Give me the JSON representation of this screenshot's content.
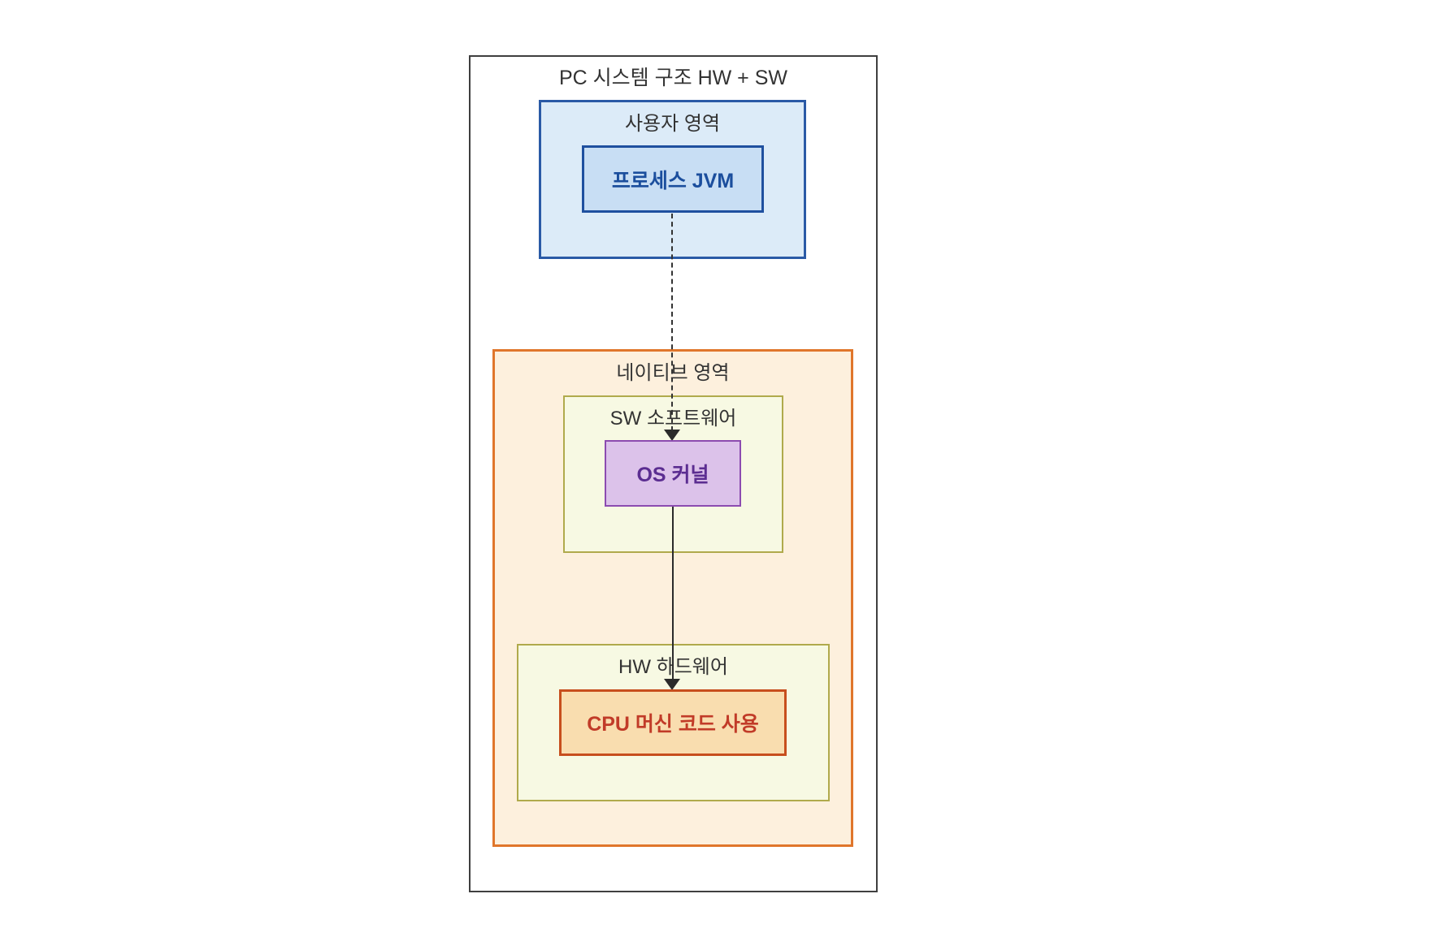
{
  "diagram": {
    "title": "PC 시스템 구조 HW + SW",
    "groups": {
      "user_area": {
        "label": "사용자 영역",
        "fill": "#dcebf8",
        "border": "#2a5aa6",
        "node_jvm": {
          "label": "프로세스 JVM",
          "fill": "#c8def4",
          "border": "#1f509f",
          "text_color": "#1b4e9d"
        }
      },
      "native_area": {
        "label": "네이티브 영역",
        "fill": "#fdf0dd",
        "border": "#e0762b",
        "sw_group": {
          "label": "SW 소프트웨어",
          "fill": "#f7f9e3",
          "border": "#b0aa4c",
          "node_os": {
            "label": "OS 커널",
            "fill": "#dcc2ea",
            "border": "#8c4bb0",
            "text_color": "#5b2d91"
          }
        },
        "hw_group": {
          "label": "HW 하드웨어",
          "fill": "#f7f9e3",
          "border": "#b0aa4c",
          "node_cpu": {
            "label": "CPU 머신 코드 사용",
            "fill": "#f9ddaf",
            "border": "#c74e1d",
            "text_color": "#c13b28"
          }
        }
      }
    },
    "edges": [
      {
        "from": "프로세스 JVM",
        "to": "OS 커널",
        "style": "dashed",
        "color": "#333333"
      },
      {
        "from": "OS 커널",
        "to": "CPU 머신 코드 사용",
        "style": "solid",
        "color": "#2b2b2b"
      }
    ]
  }
}
